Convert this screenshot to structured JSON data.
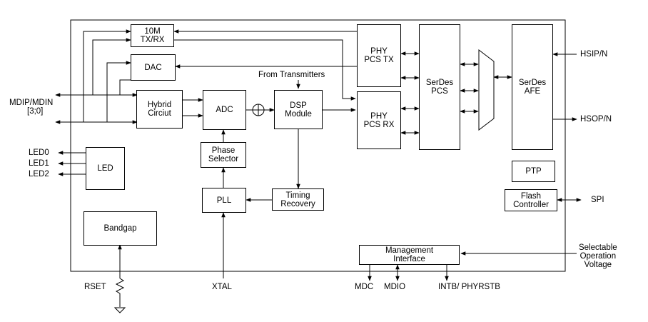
{
  "blocks": {
    "tx10m": [
      "10M",
      "TX/RX"
    ],
    "dac": [
      "DAC"
    ],
    "hybrid": [
      "Hybrid",
      "Circiut"
    ],
    "adc": [
      "ADC"
    ],
    "dsp": [
      "DSP",
      "Module"
    ],
    "phy_tx": [
      "PHY",
      "PCS TX"
    ],
    "phy_rx": [
      "PHY",
      "PCS RX"
    ],
    "serdes_pcs": [
      "SerDes",
      "PCS"
    ],
    "serdes_afe": [
      "SerDes",
      "AFE"
    ],
    "phase": [
      "Phase",
      "Selector"
    ],
    "pll": [
      "PLL"
    ],
    "timing": [
      "Timing",
      "Recovery"
    ],
    "led": [
      "LED"
    ],
    "bandgap": [
      "Bandgap"
    ],
    "ptp": [
      "PTP"
    ],
    "flash": [
      "Flash",
      "Controller"
    ],
    "mgmt": [
      "Management",
      "Interface"
    ]
  },
  "labels": {
    "from_tx": "From Transmitters",
    "mdip": [
      "MDIP/MDIN",
      "[3;0]"
    ],
    "led0": "LED0",
    "led1": "LED1",
    "led2": "LED2",
    "hsip": "HSIP/N",
    "hsop": "HSOP/N",
    "spi": "SPI",
    "selectable": [
      "Selectable",
      "Operation",
      "Voltage"
    ],
    "rset": "RSET",
    "xtal": "XTAL",
    "mdc": "MDC",
    "mdio": "MDIO",
    "intb": "INTB/ PHYRSTB"
  }
}
